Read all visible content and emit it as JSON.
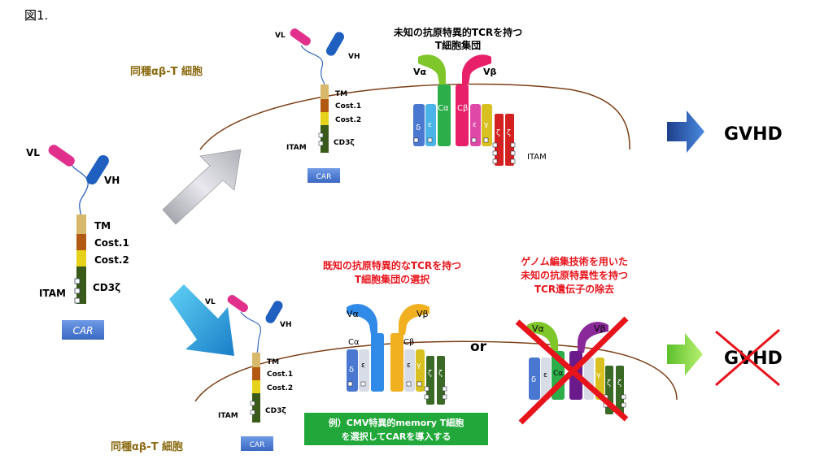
{
  "figure": {
    "label": "図1."
  },
  "car": {
    "vl": "VL",
    "vh": "VH",
    "tm": "TM",
    "cost1": "Cost.1",
    "cost2": "Cost.2",
    "cd3z": "CD3ζ",
    "itam": "ITAM",
    "badge": "CAR"
  },
  "top": {
    "cell_label": "同種αβ-T 細胞",
    "tcr_title_line1": "未知の抗原特異的TCRを持つ",
    "tcr_title_line2": "T細胞集団",
    "va": "Vα",
    "vb": "Vβ",
    "ca": "Cα",
    "cb": "Cβ",
    "delta": "δ",
    "eps": "ε",
    "gamma": "γ",
    "zeta": "ζ",
    "itam": "ITAM",
    "outcome": "GVHD"
  },
  "bottom": {
    "cell_label": "同種αβ-T 細胞",
    "known_line1": "既知の抗原特異的なTCRを持つ",
    "known_line2": "T細胞集団の選択",
    "genome_line1": "ゲノム編集技術を用いた",
    "genome_line2": "未知の抗原特異性を持つ",
    "genome_line3": "TCR遺伝子の除去",
    "or": "or",
    "example_line1": "例）CMV特異的memory T細胞",
    "example_line2": "を選択してCARを導入する",
    "va": "Vα",
    "vb": "Vβ",
    "ca": "Cα",
    "cb": "Cβ",
    "delta": "δ",
    "eps": "ε",
    "gamma": "γ",
    "zeta": "ζ",
    "outcome": "GVHD"
  },
  "colors": {
    "membrane": "#7b3f17",
    "vl": "#e0308c",
    "vh": "#1f5fbf",
    "tm": "#d8b86a",
    "cost1": "#b25a14",
    "cost2": "#e6d21a",
    "cd3z": "#3a5a1a",
    "car_badge": "#4a7bd0",
    "title_gold": "#8a6a10",
    "red": "#e8141c",
    "green_box": "#22a83a"
  }
}
